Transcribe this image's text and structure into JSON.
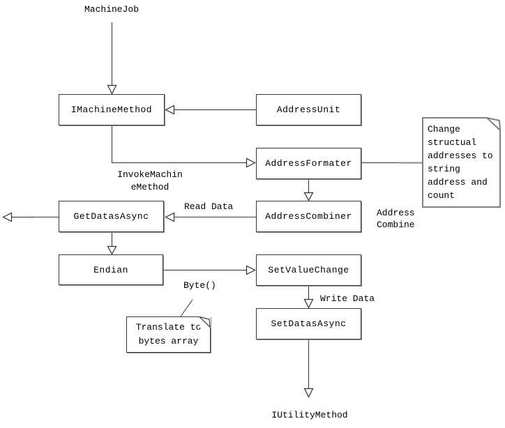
{
  "diagram": {
    "nodes": {
      "machine_job": {
        "label": "MachineJob"
      },
      "imachine_method": {
        "label": "IMachineMethod"
      },
      "address_unit": {
        "label": "AddressUnit"
      },
      "address_formater": {
        "label": "AddressFormater"
      },
      "get_datas_async": {
        "label": "GetDatasAsync"
      },
      "address_combiner": {
        "label": "AddressCombiner"
      },
      "endian": {
        "label": "Endian"
      },
      "set_value_change": {
        "label": "SetValueChange"
      },
      "set_datas_async": {
        "label": "SetDatasAsync"
      },
      "iutility_method": {
        "label": "IUtilityMethod"
      }
    },
    "edge_labels": {
      "invoke_machine_method": {
        "line1": "InvokeMachin",
        "line2": "eMethod"
      },
      "read_data": "Read Data",
      "address_combine": {
        "line1": "Address",
        "line2": "Combine"
      },
      "byte": "Byte()",
      "write_data": "Write Data"
    },
    "notes": {
      "change_structural": {
        "lines": [
          "Change",
          "structual",
          "addresses to",
          "string",
          "address and",
          "count"
        ]
      },
      "translate_bytes": {
        "lines": [
          "Translate to",
          "bytes array"
        ]
      }
    },
    "colors": {
      "background": "#ffffff",
      "text": "#000000",
      "box_border": "#3a3a3a",
      "box_shadow": "#8c8c8c",
      "connector": "#303030",
      "connector_gray": "#8a8a8a",
      "note_border": "#808080"
    }
  }
}
